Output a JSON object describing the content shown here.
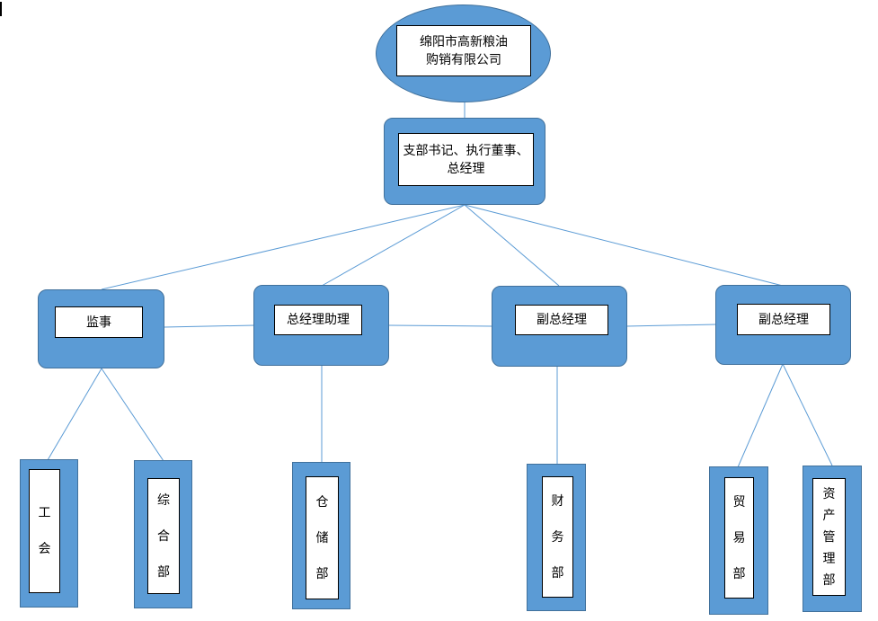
{
  "company": {
    "label_line1": "绵阳市高新粮油",
    "label_line2": "购销有限公司"
  },
  "chief": {
    "label_line1": "支部书记、执行董事、",
    "label_line2": "总经理"
  },
  "managers": {
    "supervisor": "监事",
    "assistant_gm": "总经理助理",
    "deputy_gm_1": "副总经理",
    "deputy_gm_2": "副总经理"
  },
  "departments": {
    "union": [
      "工",
      "会"
    ],
    "general": [
      "综",
      "合",
      "部"
    ],
    "storage": [
      "仓",
      "储",
      "部"
    ],
    "finance": [
      "财",
      "务",
      "部"
    ],
    "trade": [
      "贸",
      "易",
      "部"
    ],
    "asset": [
      "资",
      "产",
      "管",
      "理",
      "部"
    ]
  },
  "colors": {
    "fill": "#5b9bd5",
    "border": "#41719c",
    "line": "#5b9bd5"
  }
}
